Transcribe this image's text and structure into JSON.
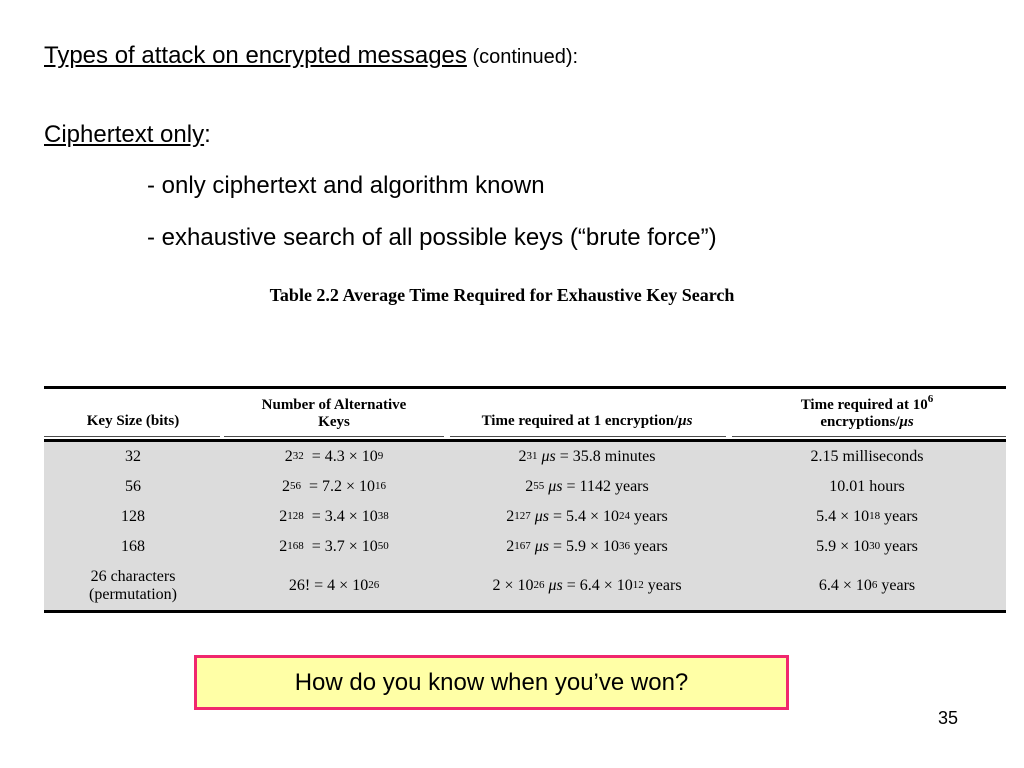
{
  "title": {
    "main": "Types of attack on encrypted messages",
    "suffix": " (continued):"
  },
  "subhead": {
    "label": "Ciphertext only",
    "colon": ":"
  },
  "bullets": [
    "- only ciphertext and algorithm known",
    "- exhaustive search of all possible keys (“brute force”)"
  ],
  "table": {
    "caption": "Table 2.2  Average Time Required for Exhaustive Key Search",
    "headers": {
      "key_size": "Key Size (bits)",
      "num_keys_l1": "Number of Alternative",
      "num_keys_l2": "Keys",
      "time_1": "Time required at 1 encryption/",
      "time_1_unit": "μs",
      "time_2_l1": "Time required at 10",
      "time_2_exp": "6",
      "time_2_l2": "encryptions/",
      "time_2_unit": "μs"
    },
    "rows": [
      {
        "key_size": "32",
        "keys": {
          "base": "2",
          "exp": "32",
          "mid": "  = 4.3 × 10",
          "exp2": "9"
        },
        "t1": {
          "pre": "2",
          "exp": "31",
          "mu": " μs",
          "rest": " = 35.8 minutes"
        },
        "t2": "2.15 milliseconds"
      },
      {
        "key_size": "56",
        "keys": {
          "base": "2",
          "exp": "56",
          "mid": "  = 7.2 × 10",
          "exp2": "16"
        },
        "t1": {
          "pre": "2",
          "exp": "55",
          "mu": " μs",
          "rest": " = 1142 years"
        },
        "t2": "10.01 hours"
      },
      {
        "key_size": "128",
        "keys": {
          "base": "2",
          "exp": "128",
          "mid": "  = 3.4 × 10",
          "exp2": "38"
        },
        "t1": {
          "pre": "2",
          "exp": "127",
          "mu": " μs",
          "rest": " = 5.4 × 10",
          "exp2": "24",
          "tail": " years"
        },
        "t2": {
          "pre": "5.4 × 10",
          "exp": "18",
          "tail": " years"
        }
      },
      {
        "key_size": "168",
        "keys": {
          "base": "2",
          "exp": "168",
          "mid": "  = 3.7 × 10",
          "exp2": "50"
        },
        "t1": {
          "pre": "2",
          "exp": "167",
          "mu": " μs",
          "rest": " = 5.9 × 10",
          "exp2": "36",
          "tail": " years"
        },
        "t2": {
          "pre": "5.9 × 10",
          "exp": "30",
          "tail": " years"
        }
      },
      {
        "key_size_l1": "26 characters",
        "key_size_l2": "(permutation)",
        "keys": {
          "pre": "26! = 4 × 10",
          "exp": "26"
        },
        "t1": {
          "pre": "2 × 10",
          "exp": "26",
          "mu": " μs",
          "rest": " = 6.4 × 10",
          "exp2": "12",
          "tail": " years"
        },
        "t2": {
          "pre": "6.4 × 10",
          "exp": "6",
          "tail": " years"
        }
      }
    ]
  },
  "callout": "How do you know when you’ve won?",
  "page_number": "35",
  "colors": {
    "callout_fill": "#ffffa6",
    "callout_border": "#f0286e",
    "table_body": "#dcdcdc"
  }
}
